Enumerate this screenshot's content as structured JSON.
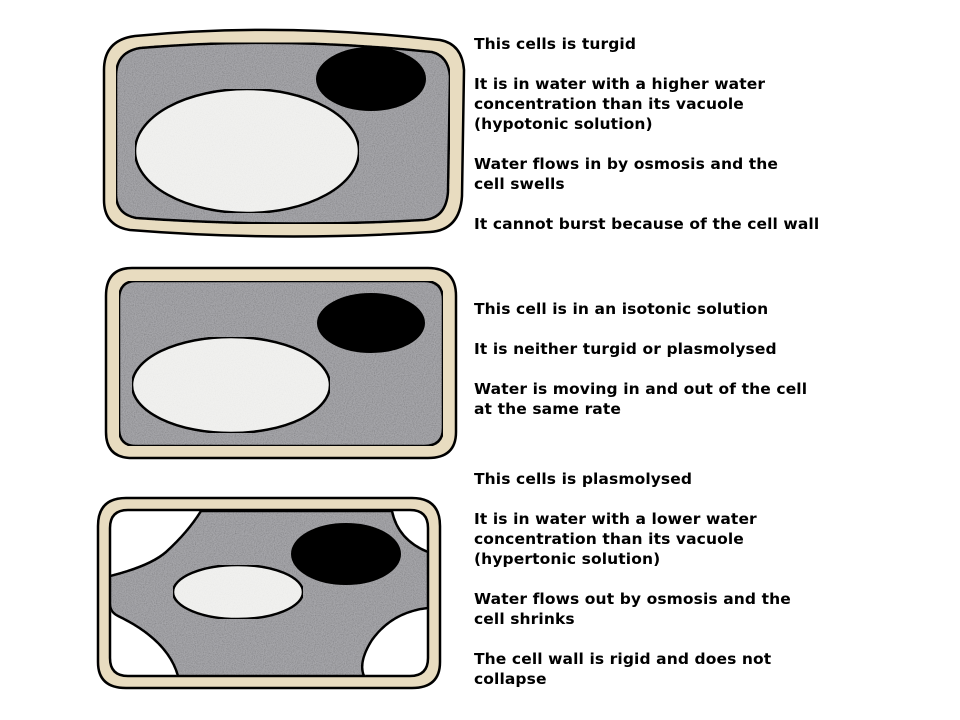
{
  "colors": {
    "cell_wall": "#e8dcc0",
    "outline": "#000000",
    "cytoplasm": "#a6a6aa",
    "vacuole": "#f1f1ef",
    "nucleus": "#000000",
    "background": "#ffffff"
  },
  "cells": [
    {
      "state": "turgid",
      "lines": [
        "This cells is turgid",
        "It is in water with a higher water\nconcentration than its vacuole\n(hypotonic solution)",
        "Water flows in by osmosis and the\ncell swells",
        "It cannot burst because of the cell wall"
      ]
    },
    {
      "state": "isotonic",
      "lines": [
        "This cell is in an isotonic solution",
        "It is neither turgid or plasmolysed",
        "Water is moving in and out of the cell\nat the same rate"
      ]
    },
    {
      "state": "plasmolysed",
      "lines": [
        "This cells is plasmolysed",
        "It is in water with a lower water\nconcentration than its vacuole\n(hypertonic solution)",
        "Water flows out by osmosis and the\ncell shrinks",
        "The cell wall is rigid and does not\ncollapse"
      ]
    }
  ]
}
